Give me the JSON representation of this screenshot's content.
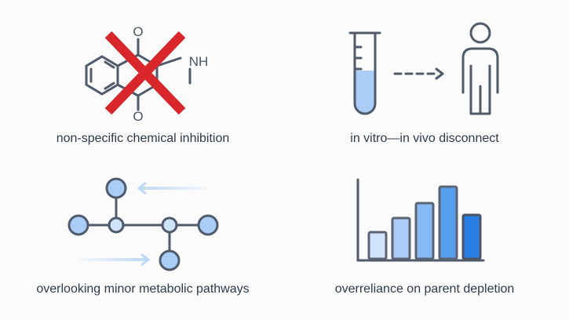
{
  "panels": [
    {
      "label": "non-specific chemical inhibition",
      "atoms": {
        "o_top": "O",
        "o_bottom": "O",
        "nh": "NH"
      },
      "icon": "crossed-out-molecule"
    },
    {
      "label": "in vitro—in vivo disconnect",
      "icon": "test-tube-to-person"
    },
    {
      "label": "overlooking minor metabolic pathways",
      "icon": "pathway-graph"
    },
    {
      "label": "overreliance on parent depletion",
      "icon": "bar-chart"
    }
  ],
  "colors": {
    "cross": "#d9262b",
    "ink": "#4f5a6a",
    "node": "#a9cdf7",
    "accent": "#2a7de1"
  }
}
